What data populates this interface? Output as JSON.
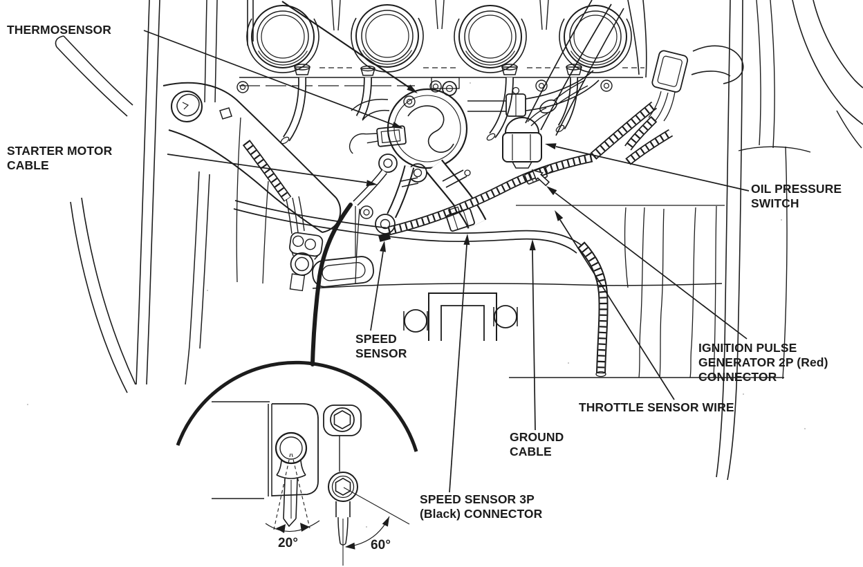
{
  "page": {
    "background_color": "#ffffff",
    "ink_color": "#1c1c1c"
  },
  "figure": {
    "kind": "service-manual engine line drawing with callouts and detail inset",
    "labels": [
      {
        "id": "thermosensor",
        "text": "THERMOSENSOR"
      },
      {
        "id": "starter-motor-cable",
        "text": "STARTER MOTOR\nCABLE"
      },
      {
        "id": "speed-sensor",
        "text": "SPEED\nSENSOR"
      },
      {
        "id": "oil-pressure-switch",
        "text": "OIL PRESSURE\nSWITCH"
      },
      {
        "id": "ignition-pulse-generator-2p-connector",
        "text": "IGNITION PULSE\nGENERATOR 2P (Red)\nCONNECTOR"
      },
      {
        "id": "throttle-sensor-wire",
        "text": "THROTTLE SENSOR WIRE"
      },
      {
        "id": "ground-cable",
        "text": "GROUND\nCABLE"
      },
      {
        "id": "speed-sensor-3p-connector",
        "text": "SPEED SENSOR 3P\n(Black) CONNECTOR"
      },
      {
        "id": "angle-20",
        "text": "20°"
      },
      {
        "id": "angle-60",
        "text": "60°"
      }
    ],
    "inset_angles": [
      "20°",
      "60°"
    ]
  }
}
